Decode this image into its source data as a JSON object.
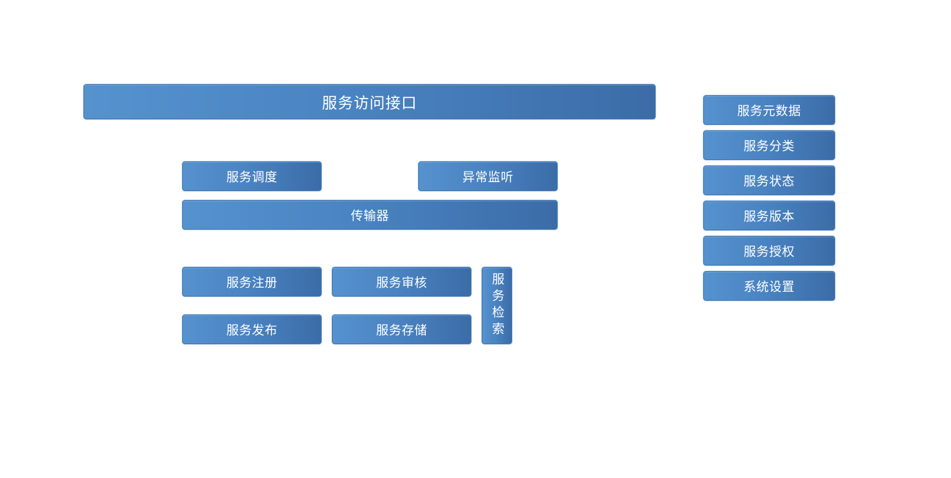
{
  "diagram": {
    "main": {
      "access_interface": "服务访问接口",
      "scheduler": "服务调度",
      "monitor": "异常监听",
      "transmitter": "传输器",
      "register": "服务注册",
      "review": "服务审核",
      "publish": "服务发布",
      "storage": "服务存储",
      "search": "服务检索"
    },
    "side_panel": {
      "items": [
        {
          "label": "服务元数据"
        },
        {
          "label": "服务分类"
        },
        {
          "label": "服务状态"
        },
        {
          "label": "服务版本"
        },
        {
          "label": "服务授权"
        },
        {
          "label": "系统设置"
        }
      ]
    },
    "colors": {
      "box_gradient_start": "#5592ce",
      "box_gradient_end": "#3b6ca8",
      "box_border": "#3f73b0",
      "text": "#ffffff",
      "background": "#ffffff"
    }
  }
}
